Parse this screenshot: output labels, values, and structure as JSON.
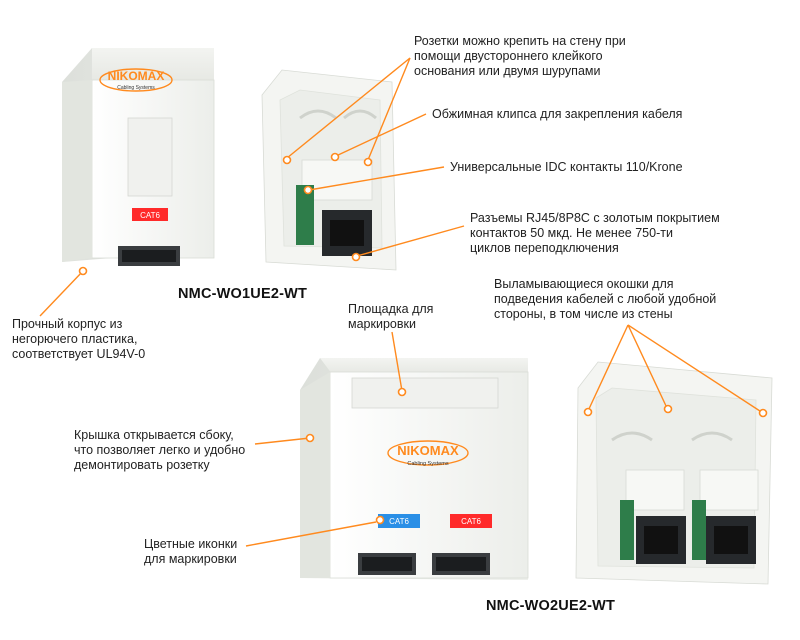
{
  "models": {
    "single": "NMC-WO1UE2-WT",
    "double": "NMC-WO2UE2-WT"
  },
  "logo": {
    "brand": "NIKOMAX",
    "sub": "Cabling Systems"
  },
  "icons": {
    "cat6": "CAT6"
  },
  "callouts": {
    "mounting": "Розетки можно крепить на стену при\nпомощи двустороннего клейкого\nоснования или двумя шурупами",
    "clip": "Обжимная клипса для закрепления кабеля",
    "idc": "Универсальные IDC контакты 110/Krone",
    "connectors": "Разъемы RJ45/8P8C с золотым покрытием\nконтактов 50 мкд. Не менее 750-ти\nциклов переподключения",
    "knockouts": "Выламывающиеся окошки для\nподведения кабелей с любой удобной\nстороны, в том числе из стены",
    "housing": "Прочный корпус из\nнегорючего пластика,\nсоответствует UL94V-0",
    "label_area": "Площадка для\nмаркировки",
    "cover": "Крышка открывается сбоку,\nчто позволяет легко и удобно\nдемонтировать розетку",
    "color_icons": "Цветные иконки\nдля маркировки"
  },
  "colors": {
    "accent": "#ff8a1e",
    "icon_red": "#ff2a2a",
    "icon_blue": "#2a8fe6",
    "plastic": "#f4f5f2",
    "pcb": "#2e7d4a"
  }
}
